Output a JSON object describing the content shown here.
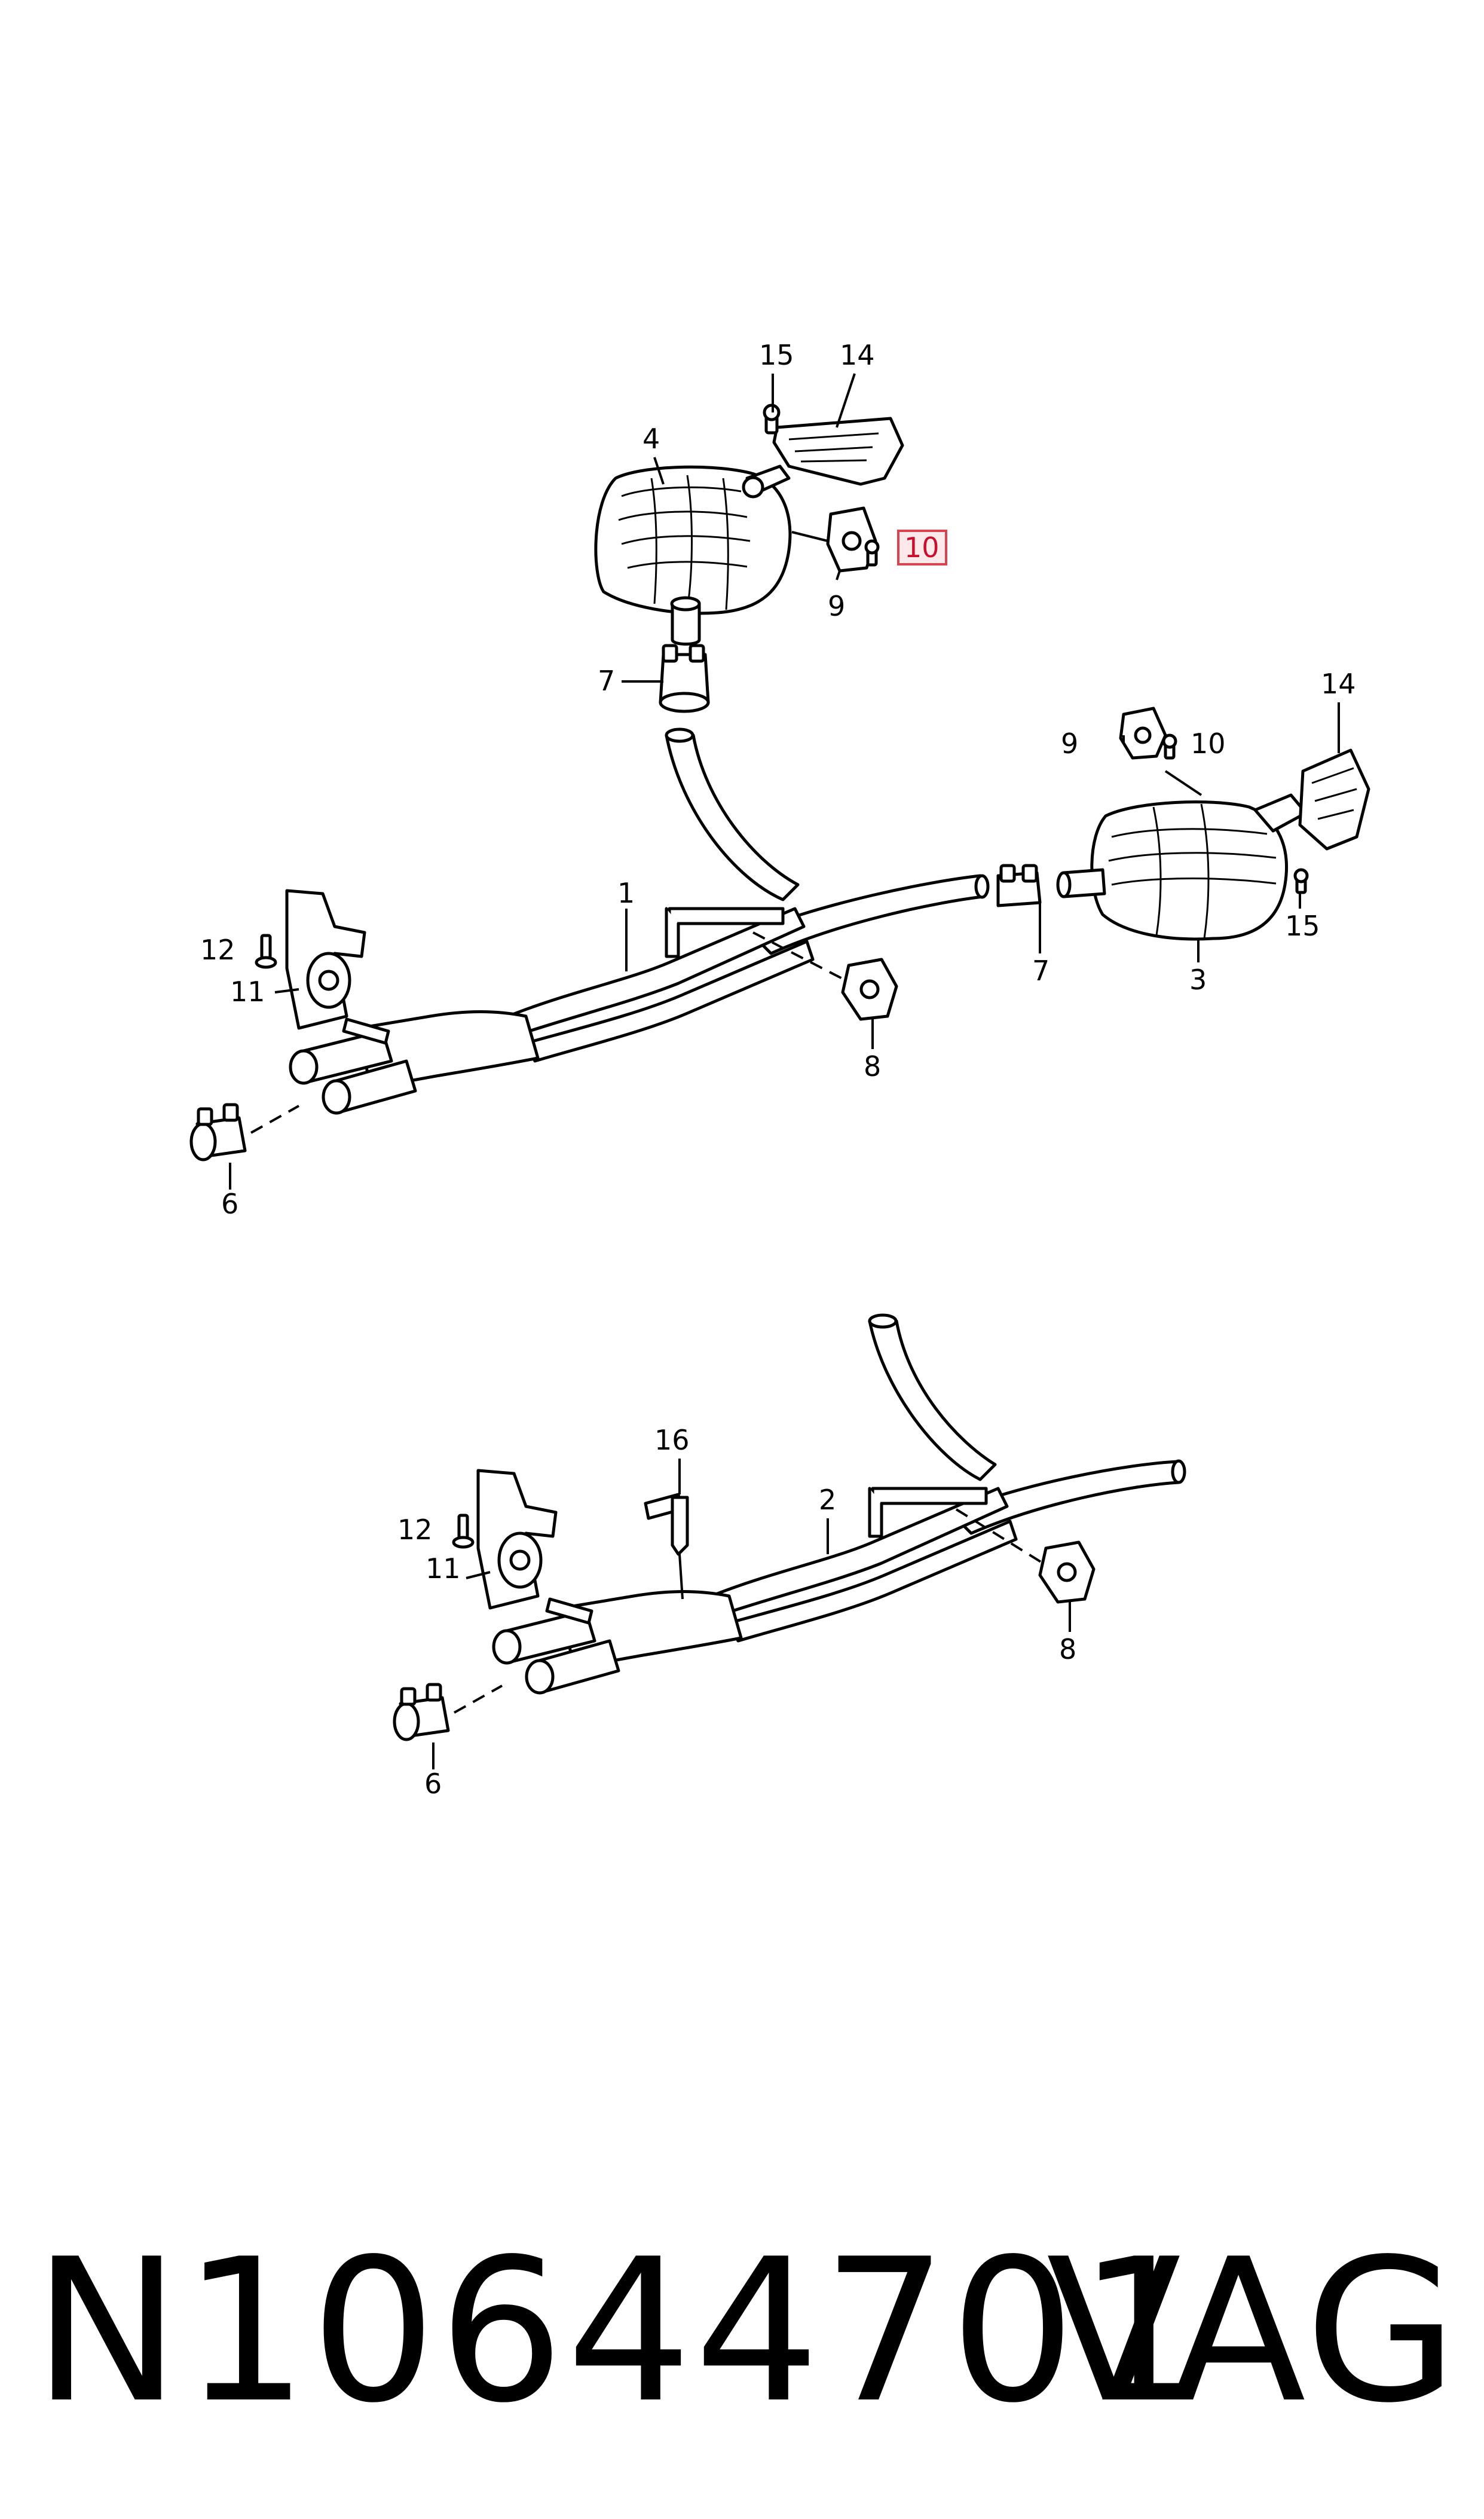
{
  "callouts": {
    "n1": "1",
    "n2": "2",
    "n3": "3",
    "n4": "4",
    "n6a": "6",
    "n6b": "6",
    "n7a": "7",
    "n7b": "7",
    "n8a": "8",
    "n8b": "8",
    "n9a": "9",
    "n9b": "9",
    "n10a": "10",
    "n10b": "10",
    "n11a": "11",
    "n11b": "11",
    "n12a": "12",
    "n12b": "12",
    "n14a": "14",
    "n14b": "14",
    "n15a": "15",
    "n15b": "15",
    "n16": "16"
  },
  "highlight": {
    "callout": "10",
    "color": "#d9434f"
  },
  "footer": {
    "part_number": "N10644701",
    "brand": "VAG"
  }
}
